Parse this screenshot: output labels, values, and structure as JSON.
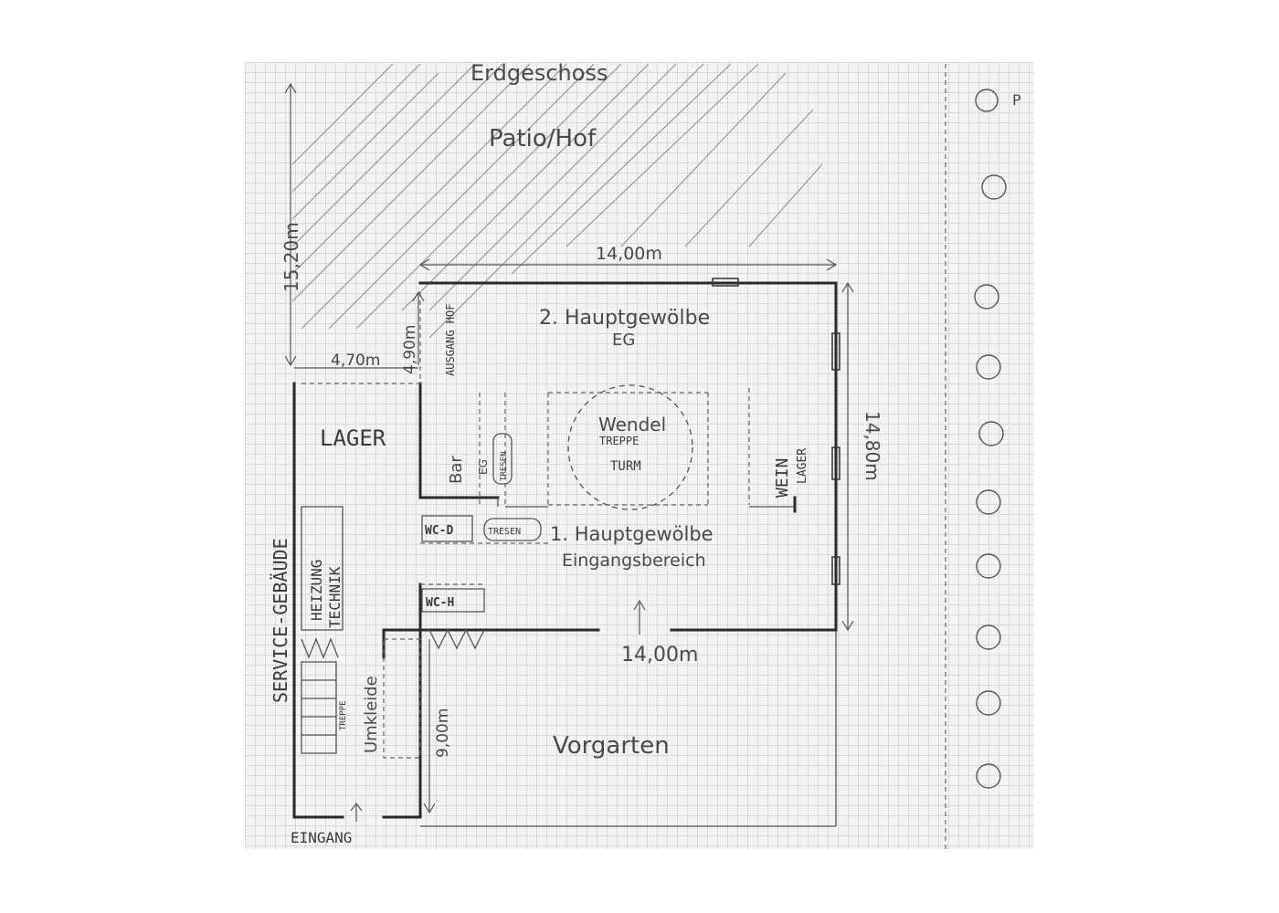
{
  "labels": {
    "floor": "Erdgeschoss",
    "patio": "Patio/Hof",
    "dim_top": "14,00m",
    "dim_bottom": "14,00m",
    "dim_left": "15,20m",
    "dim_right": "14,80m",
    "dim_width_lager": "4,70m",
    "dim_ausgang": "4,90m",
    "dim_umkleide": "9,00m",
    "ausgang_hof": "AUSGANG HOF",
    "gewoelbe2_line1": "2. Hauptgewölbe",
    "gewoelbe2_line2": "EG",
    "wendel": "Wendel",
    "treppe": "TREPPE",
    "turm": "TURM",
    "lager": "LAGER",
    "bar": "Bar",
    "bar_eg": "EG",
    "tresen": "TRESEN",
    "tresen2": "TRESEN",
    "wein": "WEIN",
    "wein_lager": "LAGER",
    "wc_d": "WC-D",
    "wc_h": "WC-H",
    "gewoelbe1_line1": "1. Hauptgewölbe",
    "gewoelbe1_line2": "Eingangsbereich",
    "service": "SERVICE-GEBÄUDE",
    "heizung": "HEIZUNG",
    "technik": "TECHNIK",
    "treppe_small": "TREPPE",
    "umkleide": "Umkleide",
    "vorgarten": "Vorgarten",
    "eingang": "EINGANG",
    "corner_note": "P"
  },
  "colors": {
    "paper": "#f3f3f3",
    "grid": "#d9d9d9",
    "ink": "#2a2a2a",
    "pencil": "#4a4a4a"
  }
}
